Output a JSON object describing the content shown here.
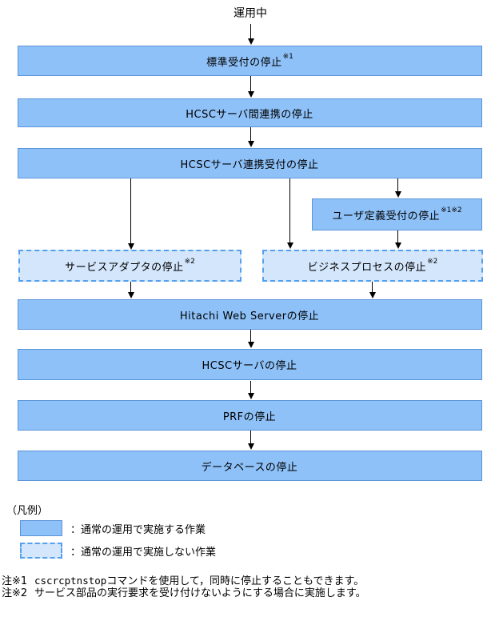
{
  "diagram": {
    "start_label": "運用中",
    "boxes": [
      {
        "id": "standard-reception-stop",
        "label": "標準受付の停止",
        "sup": "※1",
        "style": "solid"
      },
      {
        "id": "hcsc-inter-server-link-stop",
        "label": "HCSCサーバ間連携の停止",
        "sup": "",
        "style": "solid"
      },
      {
        "id": "hcsc-server-link-reception-stop",
        "label": "HCSCサーバ連携受付の停止",
        "sup": "",
        "style": "solid"
      },
      {
        "id": "user-defined-reception-stop",
        "label": "ユーザ定義受付の停止",
        "sup": "※1※2",
        "style": "solid"
      },
      {
        "id": "service-adapter-stop",
        "label": "サービスアダプタの停止",
        "sup": "※2",
        "style": "dashed"
      },
      {
        "id": "business-process-stop",
        "label": "ビジネスプロセスの停止",
        "sup": "※2",
        "style": "dashed"
      },
      {
        "id": "hitachi-web-server-stop",
        "label": "Hitachi Web Serverの停止",
        "sup": "",
        "style": "solid"
      },
      {
        "id": "hcsc-server-stop",
        "label": "HCSCサーバの停止",
        "sup": "",
        "style": "solid"
      },
      {
        "id": "prf-stop",
        "label": "PRFの停止",
        "sup": "",
        "style": "solid"
      },
      {
        "id": "database-stop",
        "label": "データベースの停止",
        "sup": "",
        "style": "solid"
      }
    ]
  },
  "legend": {
    "title": "（凡例）",
    "items": [
      {
        "swatch": "solid",
        "label": "：通常の運用で実施する作業"
      },
      {
        "swatch": "dashed",
        "label": "：通常の運用で実施しない作業"
      }
    ]
  },
  "notes": [
    {
      "prefix": "注※1",
      "code": "cscrcptnstop",
      "text": "コマンドを使用して，同時に停止することもできます。"
    },
    {
      "prefix": "注※2",
      "code": "",
      "text": "サービス部品の実行要求を受け付けないようにする場合に実施します。"
    }
  ],
  "colors": {
    "solid_fill": "#8ec1f8",
    "solid_border": "#5b94d8",
    "dashed_fill": "#d4e6fb",
    "dashed_border": "#55a0ee",
    "arrow": "#000000"
  }
}
